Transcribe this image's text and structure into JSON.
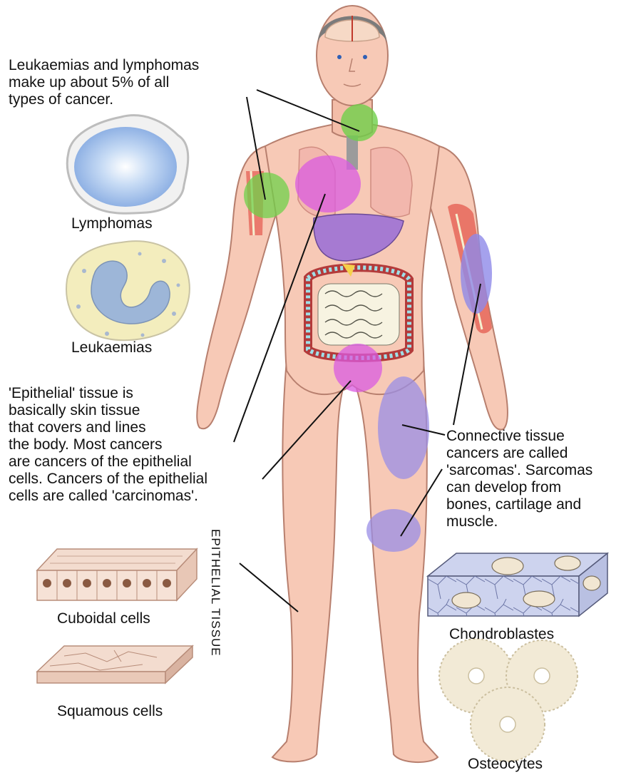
{
  "annotations": {
    "leukaemias_lymphomas_note": "Leukaemias and lymphomas\nmake up about 5% of all\ntypes of cancer.",
    "epithelial_note": "'Epithelial' tissue is\nbasically skin tissue\nthat covers and lines\nthe body. Most cancers\nare cancers of the epithelial\ncells. Cancers of the epithelial\ncells are called 'carcinomas'.",
    "connective_note": "Connective tissue\ncancers are called\n'sarcomas'. Sarcomas\ncan develop from\nbones, cartilage and\nmuscle."
  },
  "captions": {
    "lymphomas": "Lymphomas",
    "leukaemias": "Leukaemias",
    "cuboidal": "Cuboidal cells",
    "squamous": "Squamous cells",
    "chondroblastes": "Chondroblastes",
    "osteocytes": "Osteocytes"
  },
  "vertical_label": "EPITHELIAL TISSUE",
  "colors": {
    "skin": "#f7c9b6",
    "skin_outline": "#b77f6e",
    "lymph_green": "#6fd04a",
    "carcinoma_magenta": "#d95be0",
    "sarcoma_purple": "#9a8ee6",
    "lymphoma_cell": "#a9c5ef",
    "leukaemia_cell": "#f3edbd",
    "cartilage": "#cdd3ee"
  }
}
